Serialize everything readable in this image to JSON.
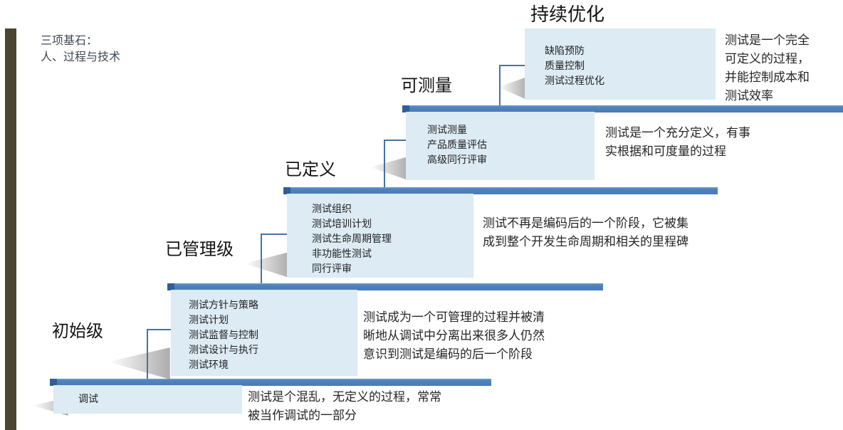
{
  "cornerstones_text": "三项基石：\n人、过程与技术",
  "levels": [
    {
      "title": "初始级",
      "areas": [
        "调试"
      ],
      "description": "测试是个混乱，无定义的过程，常常\n被当作调试的一部分"
    },
    {
      "title": "已管理级",
      "areas": [
        "测试方针与策略",
        "测试计划",
        "测试监督与控制",
        "测试设计与执行",
        "测试环境"
      ],
      "description": "测试成为一个可管理的过程并被清\n晰地从调试中分离出来很多人仍然\n意识到测试是编码的后一个阶段"
    },
    {
      "title": "已定义",
      "areas": [
        "测试组织",
        "测试培训计划",
        "测试生命周期管理",
        "非功能性测试",
        "同行评审"
      ],
      "description": "测试不再是编码后的一个阶段，它被集\n成到整个开发生命周期和相关的里程碑"
    },
    {
      "title": "可测量",
      "areas": [
        "测试测量",
        "产品质量评估",
        "高级同行评审"
      ],
      "description": "测试是一个充分定义，有事\n实根据和可度量的过程"
    },
    {
      "title": "持续优化",
      "areas": [
        "缺陷预防",
        "质量控制",
        "测试过程优化"
      ],
      "description": "测试是一个完全\n可定义的过程，\n并能控制成本和\n测试效率"
    }
  ],
  "colors": {
    "accent-olive": "#4a4631",
    "bar-blue": "#4f81bd",
    "bar-blue-dark": "#2f5f96",
    "box-blue": "#dcebf4",
    "connector-blue": "#4472a8"
  }
}
